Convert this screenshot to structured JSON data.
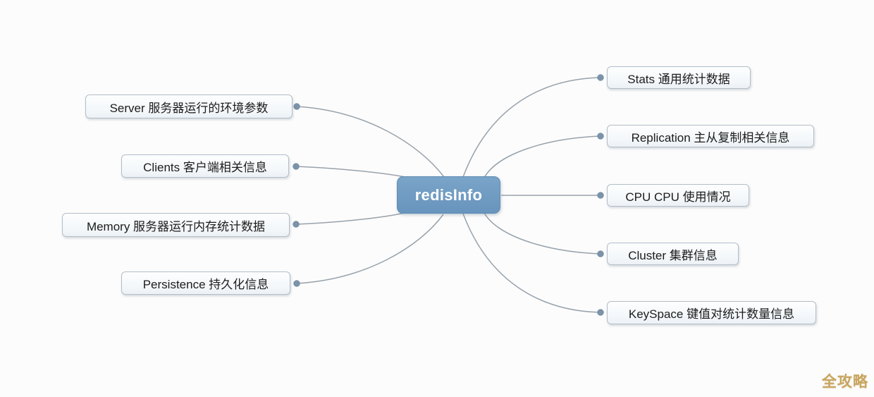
{
  "diagram": {
    "center": {
      "label": "redisInfo"
    },
    "left_nodes": [
      {
        "id": "server",
        "label": "Server 服务器运行的环境参数"
      },
      {
        "id": "clients",
        "label": "Clients 客户端相关信息"
      },
      {
        "id": "memory",
        "label": "Memory 服务器运行内存统计数据"
      },
      {
        "id": "persistence",
        "label": "Persistence 持久化信息"
      }
    ],
    "right_nodes": [
      {
        "id": "stats",
        "label": "Stats 通用统计数据"
      },
      {
        "id": "replication",
        "label": "Replication 主从复制相关信息"
      },
      {
        "id": "cpu",
        "label": "CPU CPU 使用情况"
      },
      {
        "id": "cluster",
        "label": "Cluster 集群信息"
      },
      {
        "id": "keyspace",
        "label": "KeySpace 键值对统计数量信息"
      }
    ],
    "watermark": "全攻略",
    "colors": {
      "background": "#fcfcfc",
      "center_fill": "#6f9cc2",
      "center_border": "#5f8db4",
      "center_text": "#ffffff",
      "node_fill": "#f6f9fb",
      "node_border": "#b2bec9",
      "node_text": "#1c1c1c",
      "connector_line": "#98a2ab",
      "connector_dot": "#7b93a9",
      "watermark_text": "#c9a55f"
    }
  }
}
